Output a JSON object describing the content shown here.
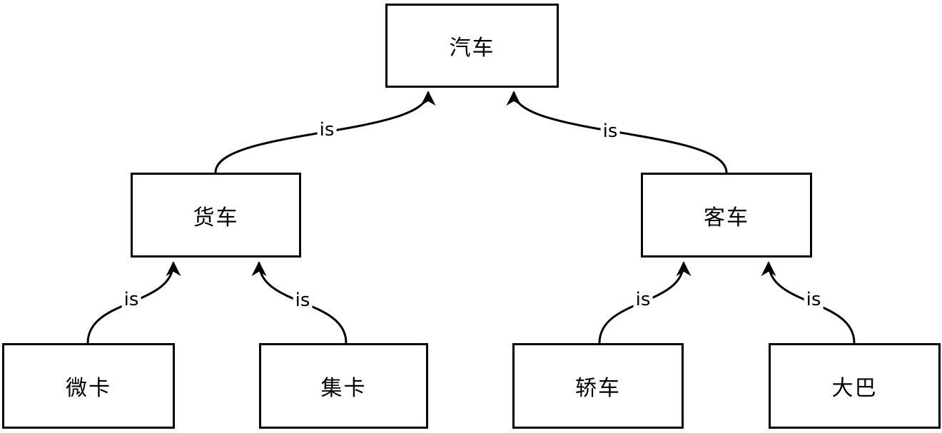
{
  "diagram": {
    "background": "#ffffff",
    "line_color": "#000000",
    "box_fill": "#ffffff",
    "box_border_color": "#000000",
    "nodes": {
      "qiche": {
        "label": "汽车"
      },
      "huoche": {
        "label": "货车"
      },
      "keche": {
        "label": "客车"
      },
      "weika": {
        "label": "微卡"
      },
      "jika": {
        "label": "集卡"
      },
      "jiaoche": {
        "label": "轿车"
      },
      "daba": {
        "label": "大巴"
      }
    },
    "edges": [
      {
        "from": "货车",
        "to": "汽车",
        "label": "is"
      },
      {
        "from": "客车",
        "to": "汽车",
        "label": "is"
      },
      {
        "from": "微卡",
        "to": "货车",
        "label": "is"
      },
      {
        "from": "集卡",
        "to": "货车",
        "label": "is"
      },
      {
        "from": "轿车",
        "to": "客车",
        "label": "is"
      },
      {
        "from": "大巴",
        "to": "客车",
        "label": "is"
      }
    ]
  }
}
